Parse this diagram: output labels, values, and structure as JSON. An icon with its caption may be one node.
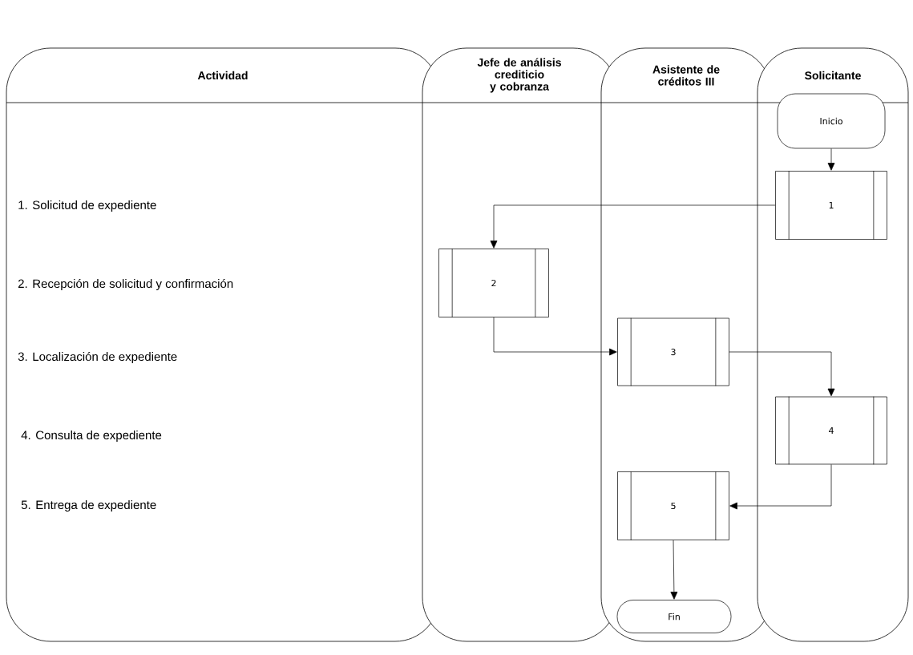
{
  "diagram": {
    "nodes": [
      {
        "text": [
          "Actividad"
        ]
      },
      {
        "text": [
          "Jefe de análisis crediticio y cobranza"
        ]
      },
      {
        "text": [
          "Asistente de créditos III"
        ]
      },
      {
        "text": [
          "Solicitante"
        ]
      },
      {
        "text": [
          "Inicio"
        ],
        "in": 3
      },
      {
        "text": [
          "1"
        ],
        "in": 3
      },
      {
        "text": [
          "2"
        ],
        "in": 1
      },
      {
        "text": [
          "3"
        ],
        "in": 2
      },
      {
        "text": [
          "4"
        ],
        "in": 3
      },
      {
        "text": [
          "5"
        ],
        "in": 2
      },
      {
        "text": [
          "Fin"
        ],
        "in": 2
      }
    ],
    "edges": [
      {
        "from": 4,
        "to": 5,
        "arrow": "to"
      },
      {
        "from": 5,
        "to": 6,
        "arrow": "to"
      },
      {
        "from": 6,
        "to": 7,
        "arrow": "to"
      },
      {
        "from": 7,
        "to": 8,
        "arrow": "to"
      },
      {
        "from": 8,
        "to": 9,
        "arrow": "to"
      },
      {
        "from": 9,
        "to": 10,
        "arrow": "to"
      }
    ],
    "labels": [
      "1.  Solicitud de expediente",
      "2.  Recepción de solicitud y confirmación",
      "3.  Localización de expediente",
      "4.  Consulta de expediente",
      "5.  Entrega de expediente"
    ]
  }
}
